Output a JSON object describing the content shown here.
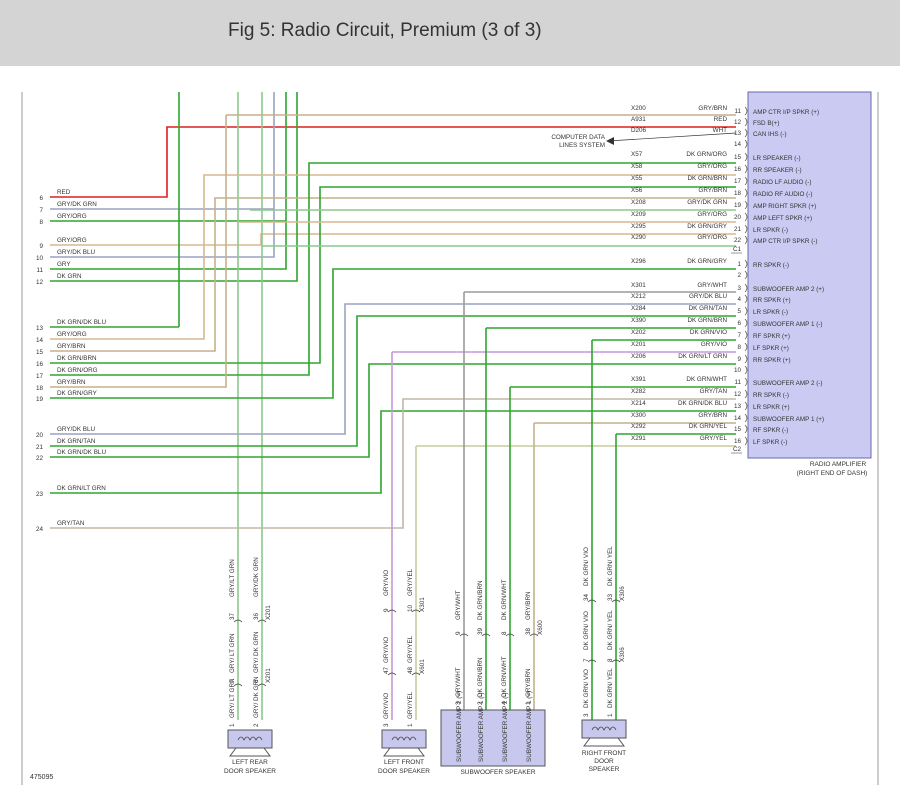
{
  "header": {
    "title": "Fig 5: Radio Circuit, Premium (3 of 3)"
  },
  "colors": {
    "red": "#dd2020",
    "green": "#2ea52e",
    "gray_green": "#8cc88c",
    "gray_orange": "#d7b990",
    "gray_blue": "#9aa4be",
    "gray": "#9a9a9a",
    "gray_violet": "#c49ad6",
    "gray_yellow": "#c8cc9a",
    "gray_brown": "#c6b08a",
    "gray_tan": "#c0b8a4",
    "amp_fill": "#cacaf2",
    "speaker_fill": "#c8c8ee"
  },
  "figure_id": "475095",
  "amplifier": {
    "label_line1": "RADIO AMPLIFIER",
    "label_line2": "(RIGHT END OF DASH)",
    "connector_a": "C1",
    "connector_b": "C2",
    "computer_data_line1": "COMPUTER DATA",
    "computer_data_line2": "LINES SYSTEM",
    "pins": [
      {
        "pin": "11",
        "circuit": "X200",
        "color": "GRY/BRN",
        "func": "AMP CTR I/P SPKR (+)",
        "wire": "gray_brown"
      },
      {
        "pin": "12",
        "circuit": "A931",
        "color": "RED",
        "func": "FSD B(+)",
        "wire": "red"
      },
      {
        "pin": "13",
        "circuit": "D206",
        "color": "WHT",
        "func": "CAN IHS (-)",
        "wire": "none"
      },
      {
        "pin": "14",
        "circuit": "",
        "color": "",
        "func": "",
        "wire": "none"
      },
      {
        "pin": "15",
        "circuit": "X57",
        "color": "DK GRN/ORG",
        "func": "LR SPEAKER (-)",
        "wire": "green"
      },
      {
        "pin": "16",
        "circuit": "X58",
        "color": "GRY/ORG",
        "func": "RR SPEAKER (-)",
        "wire": "gray_orange"
      },
      {
        "pin": "17",
        "circuit": "X55",
        "color": "DK GRN/BRN",
        "func": "RADIO LF AUDIO (-)",
        "wire": "green"
      },
      {
        "pin": "18",
        "circuit": "X56",
        "color": "GRY/BRN",
        "func": "RADIO RF AUDIO (-)",
        "wire": "gray_brown"
      },
      {
        "pin": "19",
        "circuit": "X208",
        "color": "GRY/DK GRN",
        "func": "AMP RIGHT SPKR (+)",
        "wire": "gray_green"
      },
      {
        "pin": "20",
        "circuit": "X209",
        "color": "GRY/ORG",
        "func": "AMP LEFT SPKR (+)",
        "wire": "gray_orange"
      },
      {
        "pin": "21",
        "circuit": "X295",
        "color": "DK GRN/GRY",
        "func": "LR SPKR (-)",
        "wire": "green"
      },
      {
        "pin": "22",
        "circuit": "X290",
        "color": "GRY/ORG",
        "func": "AMP CTR I/P SPKR (-)",
        "wire": "gray_orange"
      },
      {
        "pin": "1",
        "circuit": "X296",
        "color": "DK GRN/GRY",
        "func": "RR SPKR (-)",
        "wire": "green"
      },
      {
        "pin": "2",
        "circuit": "",
        "color": "",
        "func": "",
        "wire": "none"
      },
      {
        "pin": "3",
        "circuit": "X301",
        "color": "GRY/WHT",
        "func": "SUBWOOFER AMP 2 (+)",
        "wire": "gray"
      },
      {
        "pin": "4",
        "circuit": "X212",
        "color": "GRY/DK BLU",
        "func": "RR SPKR (+)",
        "wire": "gray_blue"
      },
      {
        "pin": "5",
        "circuit": "X284",
        "color": "DK GRN/TAN",
        "func": "LR SPKR (-)",
        "wire": "green"
      },
      {
        "pin": "6",
        "circuit": "X390",
        "color": "DK GRN/BRN",
        "func": "SUBWOOFER AMP 1 (-)",
        "wire": "green"
      },
      {
        "pin": "7",
        "circuit": "X202",
        "color": "DK GRN/VIO",
        "func": "RF SPKR (+)",
        "wire": "green"
      },
      {
        "pin": "8",
        "circuit": "X201",
        "color": "GRY/VIO",
        "func": "LF SPKR (+)",
        "wire": "gray_violet"
      },
      {
        "pin": "9",
        "circuit": "X206",
        "color": "DK GRN/LT GRN",
        "func": "RR SPKR (+)",
        "wire": "green"
      },
      {
        "pin": "10",
        "circuit": "",
        "color": "",
        "func": "",
        "wire": "none"
      },
      {
        "pin": "11",
        "circuit": "X391",
        "color": "DK GRN/WHT",
        "func": "SUBWOOFER AMP 2 (-)",
        "wire": "green"
      },
      {
        "pin": "12",
        "circuit": "X282",
        "color": "GRY/TAN",
        "func": "RR SPKR (-)",
        "wire": "gray_tan"
      },
      {
        "pin": "13",
        "circuit": "X214",
        "color": "DK GRN/DK BLU",
        "func": "LR SPKR (+)",
        "wire": "green"
      },
      {
        "pin": "14",
        "circuit": "X300",
        "color": "GRY/BRN",
        "func": "SUBWOOFER AMP 1 (+)",
        "wire": "gray_brown"
      },
      {
        "pin": "15",
        "circuit": "X292",
        "color": "DK GRN/YEL",
        "func": "RF SPKR (-)",
        "wire": "green"
      },
      {
        "pin": "16",
        "circuit": "X291",
        "color": "GRY/YEL",
        "func": "LF SPKR (-)",
        "wire": "gray_yellow"
      }
    ]
  },
  "left_pins": [
    {
      "num": "6",
      "color": "RED",
      "wire": "red"
    },
    {
      "num": "7",
      "color": "GRY/DK GRN",
      "wire": "gray_green"
    },
    {
      "num": "8",
      "color": "GRY/ORG",
      "wire": "gray_orange"
    },
    {
      "num": "9",
      "color": "GRY/ORG",
      "wire": "gray_orange"
    },
    {
      "num": "10",
      "color": "GRY/DK BLU",
      "wire": "gray_blue"
    },
    {
      "num": "11",
      "color": "GRY",
      "wire": "gray"
    },
    {
      "num": "12",
      "color": "DK GRN",
      "wire": "green"
    },
    {
      "num": "13",
      "color": "DK GRN/DK BLU",
      "wire": "green"
    },
    {
      "num": "14",
      "color": "GRY/ORG",
      "wire": "gray_orange"
    },
    {
      "num": "15",
      "color": "GRY/BRN",
      "wire": "gray_brown"
    },
    {
      "num": "16",
      "color": "DK GRN/BRN",
      "wire": "green"
    },
    {
      "num": "17",
      "color": "DK GRN/ORG",
      "wire": "green"
    },
    {
      "num": "18",
      "color": "GRY/BRN",
      "wire": "gray_brown"
    },
    {
      "num": "19",
      "color": "DK GRN/GRY",
      "wire": "green"
    },
    {
      "num": "20",
      "color": "GRY/DK BLU",
      "wire": "gray_blue"
    },
    {
      "num": "21",
      "color": "DK GRN/TAN",
      "wire": "green"
    },
    {
      "num": "22",
      "color": "DK GRN/DK BLU",
      "wire": "green"
    },
    {
      "num": "23",
      "color": "DK GRN/LT GRN",
      "wire": "green"
    },
    {
      "num": "24",
      "color": "GRY/TAN",
      "wire": "gray_tan"
    }
  ],
  "speakers": [
    {
      "id": "left-rear",
      "label": [
        "LEFT REAR",
        "DOOR SPEAKER"
      ],
      "wires": [
        {
          "wire": "gray_green",
          "upper_pin": "37",
          "upper_color": "GRY/LT GRN",
          "upper_ckt": "",
          "mid_pin": "7",
          "mid_color": "GRY/ LT GRN",
          "mid_ckt": "",
          "low_pin": "1",
          "low_color": "GRY/ LT GRN",
          "low_ckt": ""
        },
        {
          "wire": "gray_green",
          "upper_pin": "36",
          "upper_color": "GRY/DK GRN",
          "upper_ckt": "X201",
          "mid_pin": "8",
          "mid_color": "GRY/ DK GRN",
          "mid_ckt": "X201",
          "low_pin": "2",
          "low_color": "GRY/ DK GRN",
          "low_ckt": ""
        }
      ]
    },
    {
      "id": "left-front",
      "label": [
        "LEFT FRONT",
        "DOOR SPEAKER"
      ],
      "wires": [
        {
          "wire": "gray_violet",
          "upper_pin": "9",
          "upper_color": "GRY/VIO",
          "upper_ckt": "",
          "mid_pin": "47",
          "mid_color": "GRY/VIO",
          "mid_ckt": "",
          "low_pin": "3",
          "low_color": "GRY/VIO",
          "low_ckt": ""
        },
        {
          "wire": "gray_yellow",
          "upper_pin": "10",
          "upper_color": "GRY/YEL",
          "upper_ckt": "X301",
          "mid_pin": "48",
          "mid_color": "GRY/YEL",
          "mid_ckt": "X601",
          "low_pin": "1",
          "low_color": "GRY/YEL",
          "low_ckt": ""
        }
      ]
    },
    {
      "id": "subwoofer",
      "label": [
        "SUBWOOFER SPEAKER"
      ],
      "wires": [
        {
          "wire": "gray",
          "upper_pin": "9",
          "upper_color": "GRY/WHT",
          "upper_ckt": "",
          "low_pin": "3",
          "low_color": "GRY/WHT",
          "low_ckt": "",
          "box": "SUBWOOFER AMP 2 (+)"
        },
        {
          "wire": "green",
          "upper_pin": "39",
          "upper_color": "DK GRN/BRN",
          "upper_ckt": "",
          "low_pin": "2",
          "low_color": "DK GRN/BRN",
          "low_ckt": "",
          "box": "SUBWOOFER AMP 1 (-)"
        },
        {
          "wire": "green",
          "upper_pin": "8",
          "upper_color": "DK GRN/WHT",
          "upper_ckt": "",
          "low_pin": "4",
          "low_color": "DK GRN/WHT",
          "low_ckt": "",
          "box": "SUBWOOFER AMP 2 (-)"
        },
        {
          "wire": "gray_brown",
          "upper_pin": "38",
          "upper_color": "GRY/BRN",
          "upper_ckt": "X600",
          "low_pin": "1",
          "low_color": "GRY/BRN",
          "low_ckt": "",
          "box": "SUBWOOFER AMP 1 (+)"
        }
      ]
    },
    {
      "id": "right-front",
      "label": [
        "RIGHT FRONT",
        "DOOR",
        "SPEAKER"
      ],
      "wires": [
        {
          "wire": "green",
          "upper_pin": "34",
          "upper_color": "DK GRN/ VIO",
          "upper_ckt": "",
          "mid_pin": "7",
          "mid_color": "DK GRN/ VIO",
          "mid_ckt": "",
          "low_pin": "3",
          "low_color": "DK GRN/ VIO",
          "low_ckt": ""
        },
        {
          "wire": "green",
          "upper_pin": "33",
          "upper_color": "DK GRN/ YEL",
          "upper_ckt": "X306",
          "mid_pin": "8",
          "mid_color": "DK GRN/ YEL",
          "mid_ckt": "X306",
          "low_pin": "1",
          "low_color": "DK GRN/ YEL",
          "low_ckt": ""
        }
      ]
    }
  ]
}
